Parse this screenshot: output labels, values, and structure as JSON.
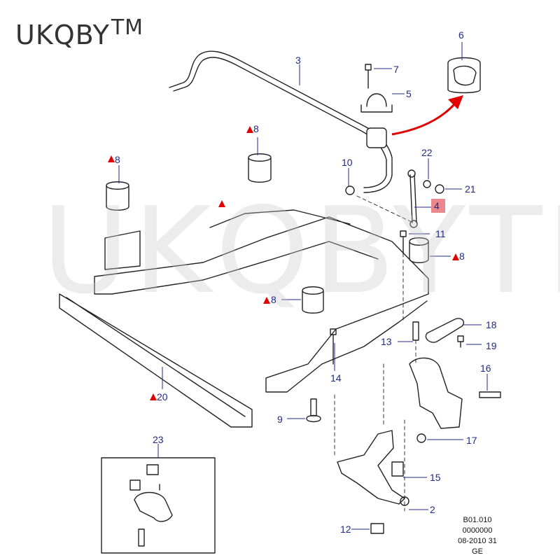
{
  "brand": {
    "name": "UKQBY",
    "mark": "TM"
  },
  "watermark": "UKQBYTM",
  "colors": {
    "callout_text": "#1f2a8a",
    "warning_triangle": "#e00000",
    "highlight_box": "#e8737a",
    "arrow": "#e00000",
    "line_art": "#222222"
  },
  "callouts": [
    {
      "id": "c6",
      "text": "6",
      "warning": false
    },
    {
      "id": "c3",
      "text": "3",
      "warning": false
    },
    {
      "id": "c7",
      "text": "7",
      "warning": false
    },
    {
      "id": "c5",
      "text": "5",
      "warning": false
    },
    {
      "id": "c8a",
      "text": "8",
      "warning": true
    },
    {
      "id": "c8b",
      "text": "8",
      "warning": true
    },
    {
      "id": "c22",
      "text": "22",
      "warning": false
    },
    {
      "id": "c10",
      "text": "10",
      "warning": false
    },
    {
      "id": "c21",
      "text": "21",
      "warning": false
    },
    {
      "id": "c4",
      "text": "4",
      "warning": false,
      "highlighted": true
    },
    {
      "id": "c11",
      "text": "11",
      "warning": false
    },
    {
      "id": "c8c",
      "text": "8",
      "warning": true
    },
    {
      "id": "c8d",
      "text": "8",
      "warning": true
    },
    {
      "id": "c18",
      "text": "18",
      "warning": false
    },
    {
      "id": "c13",
      "text": "13",
      "warning": false
    },
    {
      "id": "c19",
      "text": "19",
      "warning": false
    },
    {
      "id": "c14",
      "text": "14",
      "warning": false
    },
    {
      "id": "c16",
      "text": "16",
      "warning": false
    },
    {
      "id": "c20",
      "text": "20",
      "warning": true
    },
    {
      "id": "c9",
      "text": "9",
      "warning": false
    },
    {
      "id": "c23",
      "text": "23",
      "warning": false
    },
    {
      "id": "c17",
      "text": "17",
      "warning": false
    },
    {
      "id": "c15",
      "text": "15",
      "warning": false
    },
    {
      "id": "c2",
      "text": "2",
      "warning": false
    },
    {
      "id": "c12",
      "text": "12",
      "warning": false
    },
    {
      "id": "tri_only",
      "text": "",
      "warning": true
    }
  ],
  "doc_code": {
    "line1": "B01.010",
    "line2": "0000000",
    "line3": "08-2010 31",
    "line4": "GE"
  }
}
